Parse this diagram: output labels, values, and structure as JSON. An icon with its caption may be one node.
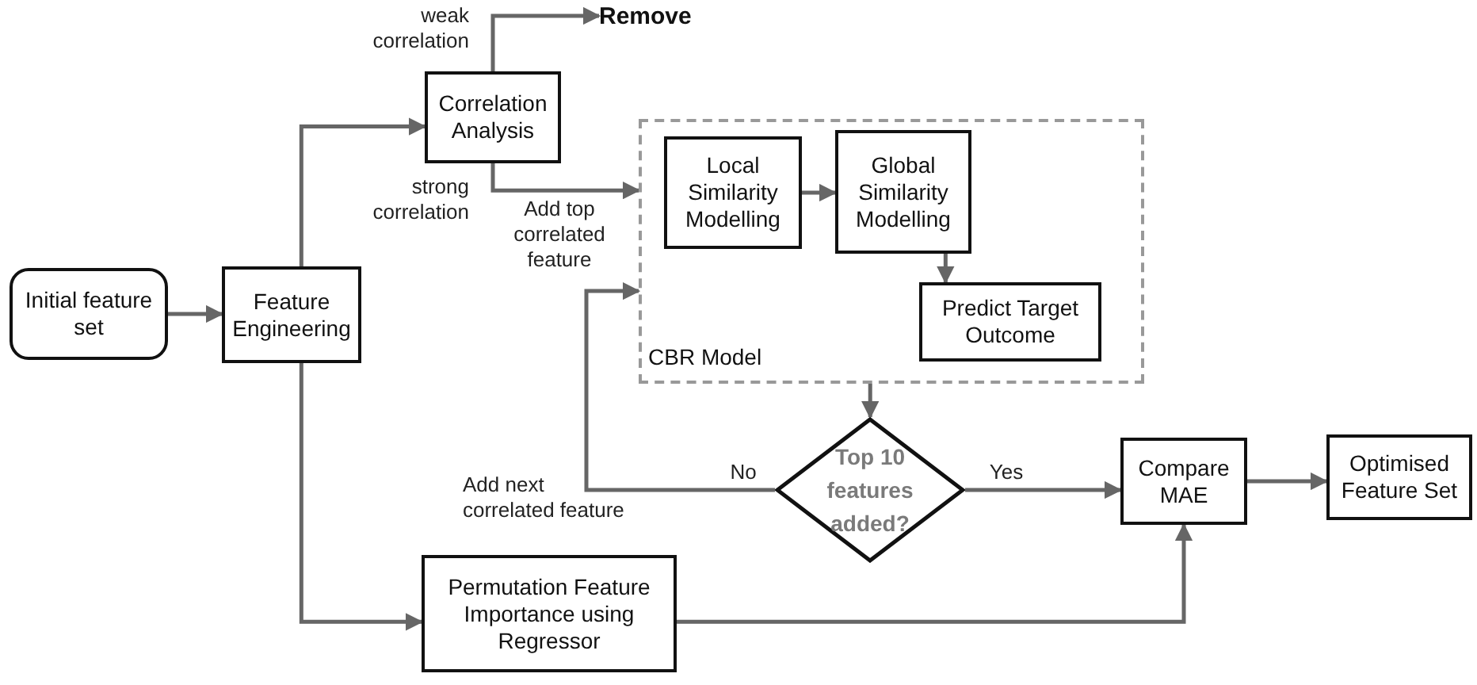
{
  "diagram": {
    "nodes": [
      {
        "text": [
          "Initial feature set"
        ]
      },
      {
        "text": [
          "Feature Engineering"
        ]
      },
      {
        "text": [
          "Correlation Analysis"
        ]
      },
      {
        "text": [
          "Remove"
        ]
      },
      {
        "text": [
          "CBR Model"
        ]
      },
      {
        "text": [
          "Local Similarity Modelling"
        ],
        "in": 4
      },
      {
        "text": [
          "Global Similarity Modelling"
        ],
        "in": 4
      },
      {
        "text": [
          "Predict Target Outcome"
        ],
        "in": 4
      },
      {
        "text": [
          "Top 10 features added?"
        ]
      },
      {
        "text": [
          "Compare MAE"
        ]
      },
      {
        "text": [
          "Optimised Feature Set"
        ]
      },
      {
        "text": [
          "Permutation Feature Importance using Regressor"
        ]
      }
    ],
    "edges": [
      {
        "from": 0,
        "to": 1,
        "arrow": "to"
      },
      {
        "from": 1,
        "to": 2,
        "arrow": "to"
      },
      {
        "from": 2,
        "to": 3,
        "arrow": "to",
        "label": "weak correlation"
      },
      {
        "from": 2,
        "to": 4,
        "arrow": "to",
        "label": "Add top correlated feature"
      },
      {
        "from": 5,
        "to": 6,
        "arrow": "to"
      },
      {
        "from": 6,
        "to": 7,
        "arrow": "to"
      },
      {
        "from": 4,
        "to": 8,
        "arrow": "to"
      },
      {
        "from": 8,
        "to": 4,
        "arrow": "to",
        "label": "No"
      },
      {
        "from": 8,
        "to": 9,
        "arrow": "to",
        "label": "Yes"
      },
      {
        "from": 9,
        "to": 10,
        "arrow": "to"
      },
      {
        "from": 1,
        "to": 11,
        "arrow": "to"
      },
      {
        "from": 11,
        "to": 9,
        "arrow": "to"
      }
    ],
    "labels": [
      "strong correlation",
      "Add next correlated feature"
    ]
  }
}
